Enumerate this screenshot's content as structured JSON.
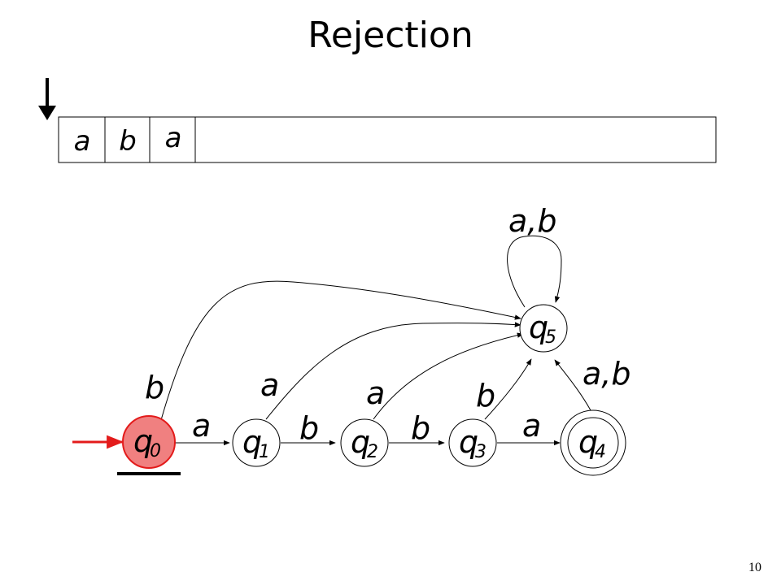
{
  "slide": {
    "title": "Rejection",
    "page_number": "10"
  },
  "tape": {
    "cells": [
      "a",
      "b",
      "a"
    ]
  },
  "automaton": {
    "states": [
      {
        "id": "q0",
        "name": "q",
        "sub": "0",
        "initial": true,
        "current": true
      },
      {
        "id": "q1",
        "name": "q",
        "sub": "1"
      },
      {
        "id": "q2",
        "name": "q",
        "sub": "2"
      },
      {
        "id": "q3",
        "name": "q",
        "sub": "3"
      },
      {
        "id": "q4",
        "name": "q",
        "sub": "4",
        "accepting": true
      },
      {
        "id": "q5",
        "name": "q",
        "sub": "5"
      }
    ],
    "transitions": [
      {
        "from": "q0",
        "to": "q1",
        "label": "a"
      },
      {
        "from": "q1",
        "to": "q2",
        "label": "b"
      },
      {
        "from": "q2",
        "to": "q3",
        "label": "b"
      },
      {
        "from": "q3",
        "to": "q4",
        "label": "a"
      },
      {
        "from": "q0",
        "to": "q5",
        "label": "b"
      },
      {
        "from": "q1",
        "to": "q5",
        "label": "a"
      },
      {
        "from": "q2",
        "to": "q5",
        "label": "a"
      },
      {
        "from": "q3",
        "to": "q5",
        "label": "b"
      },
      {
        "from": "q4",
        "to": "q5",
        "label": "a,b"
      },
      {
        "from": "q5",
        "to": "q5",
        "label": "a,b"
      }
    ]
  },
  "colors": {
    "current_state_fill": "#f08080",
    "current_state_stroke": "#e31b1b",
    "start_arrow": "#e31b1b",
    "ink": "#000000"
  }
}
